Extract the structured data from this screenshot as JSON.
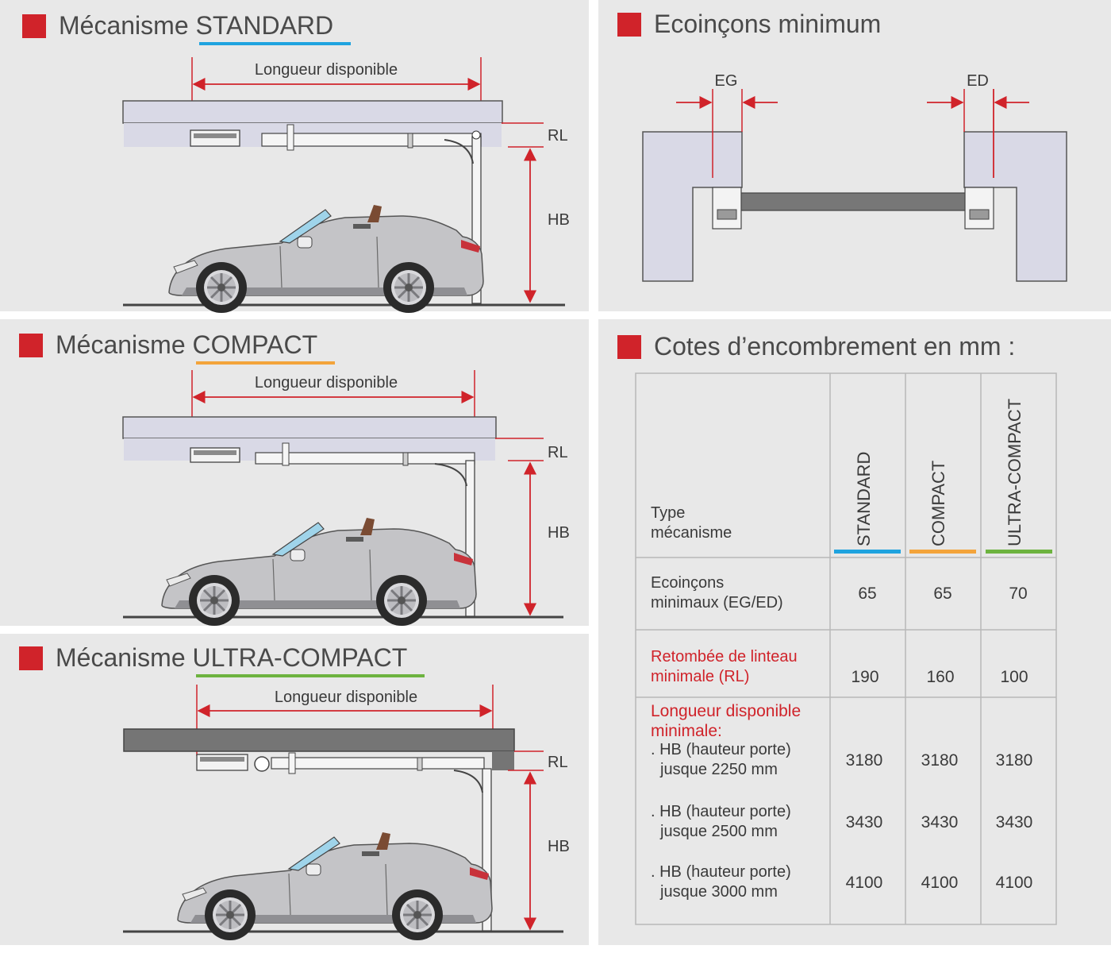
{
  "panels": {
    "standard": {
      "title_prefix": "Mécanisme ",
      "title_model": "STANDARD",
      "underline_color": "#1fa3df",
      "length_label": "Longueur disponible",
      "rl_label": "RL",
      "hb_label": "HB"
    },
    "compact": {
      "title_prefix": "Mécanisme ",
      "title_model": "COMPACT",
      "underline_color": "#f3a43b",
      "length_label": "Longueur disponible",
      "rl_label": "RL",
      "hb_label": "HB"
    },
    "ultra": {
      "title_prefix": "Mécanisme ",
      "title_model": "ULTRA-COMPACT",
      "underline_color": "#6db33f",
      "length_label": "Longueur disponible",
      "rl_label": "RL",
      "hb_label": "HB"
    },
    "ecoincons": {
      "title": "Ecoinçons minimum",
      "eg_label": "EG",
      "ed_label": "ED"
    }
  },
  "table": {
    "title": "Cotes d’encombrement en mm :",
    "header_label_line1": "Type",
    "header_label_line2": "mécanisme",
    "columns": [
      {
        "name": "STANDARD",
        "color": "#1fa3df"
      },
      {
        "name": "COMPACT",
        "color": "#f3a43b"
      },
      {
        "name": "ULTRA-COMPACT",
        "color": "#6db33f"
      }
    ],
    "rows": {
      "ecoincons": {
        "line1": "Ecoinçons",
        "line2": "minimaux (EG/ED)",
        "values": [
          "65",
          "65",
          "70"
        ]
      },
      "retombee": {
        "line1": "Retombée de linteau",
        "line2": "minimale (RL)",
        "values": [
          "190",
          "160",
          "100"
        ]
      },
      "longueur": {
        "line1": "Longueur disponible",
        "line2": "minimale:",
        "subrows": [
          {
            "line1": ". HB (hauteur porte)",
            "line2": "jusque 2250 mm",
            "values": [
              "3180",
              "3180",
              "3180"
            ]
          },
          {
            "line1": ". HB (hauteur porte)",
            "line2": "jusque 2500 mm",
            "values": [
              "3430",
              "3430",
              "3430"
            ]
          },
          {
            "line1": ". HB (hauteur porte)",
            "line2": "jusque 3000 mm",
            "values": [
              "4100",
              "4100",
              "4100"
            ]
          }
        ]
      }
    }
  }
}
